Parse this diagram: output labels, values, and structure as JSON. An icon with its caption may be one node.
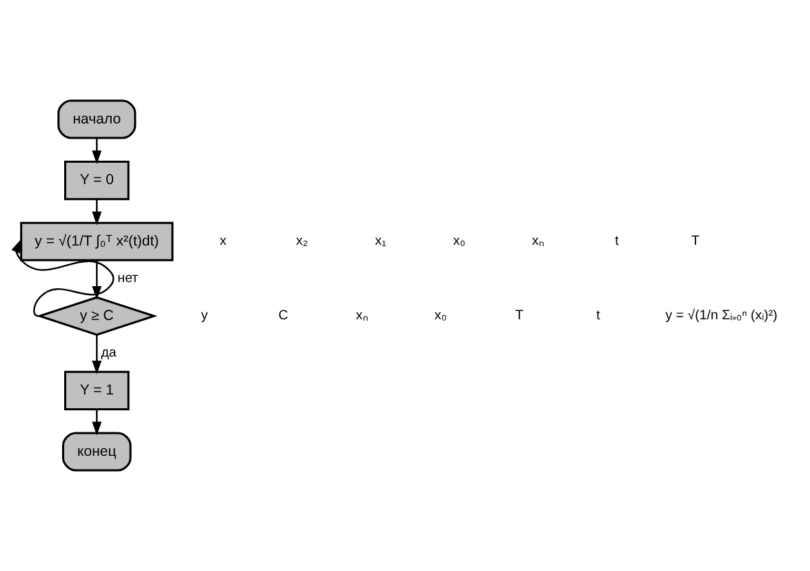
{
  "diagram": {
    "nodes": [
      {
        "text": [
          "начало"
        ]
      },
      {
        "text": [
          "Y = 0"
        ]
      },
      {
        "text": [
          "y = √(1/T ∫₀ᵀ x²(t)dt)"
        ]
      },
      {
        "text": [
          "y ≥ C"
        ]
      },
      {
        "text": [
          "Y = 1"
        ]
      },
      {
        "text": [
          "конец"
        ]
      }
    ],
    "edges": [
      {
        "from": 0,
        "to": 1,
        "arrow": "to"
      },
      {
        "from": 1,
        "to": 2,
        "arrow": "to"
      },
      {
        "from": 2,
        "to": 3,
        "arrow": "to"
      },
      {
        "from": 3,
        "to": 2,
        "arrow": "to",
        "label": "нет"
      },
      {
        "from": 3,
        "to": 4,
        "arrow": "to",
        "label": "да"
      },
      {
        "from": 4,
        "to": 5,
        "arrow": "to"
      }
    ],
    "labels": [
      "x",
      "x₂",
      "x₁",
      "x₀",
      "xₙ",
      "t",
      "T",
      "y",
      "C",
      "xₙ",
      "x₀",
      "T",
      "t",
      "y = √(1/n Σᵢ₌₀ⁿ (xᵢ)²)"
    ]
  }
}
